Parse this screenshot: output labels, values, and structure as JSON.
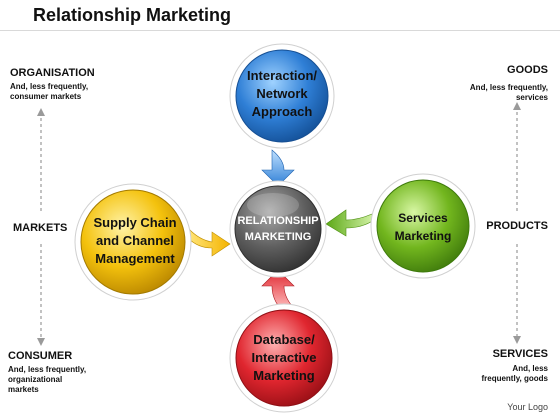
{
  "title": "Relationship Marketing",
  "center": {
    "line1": "RELATIONSHIP",
    "line2": "MARKETING",
    "color": "#5f5f5f"
  },
  "nodes": [
    {
      "id": "top",
      "lines": [
        "Interaction/",
        "Network",
        "Approach"
      ],
      "color": "#2f7fd6"
    },
    {
      "id": "left",
      "lines": [
        "Supply Chain",
        "and Channel",
        "Management"
      ],
      "color": "#f4c20d"
    },
    {
      "id": "right",
      "lines": [
        "Services",
        "Marketing"
      ],
      "color": "#72b61e"
    },
    {
      "id": "bottom",
      "lines": [
        "Database/",
        "Interactive",
        "Marketing"
      ],
      "color": "#e0262f"
    }
  ],
  "sides": {
    "left": {
      "top": {
        "heading": "ORGANISATION",
        "note": [
          "And, less frequently,",
          "consumer markets"
        ]
      },
      "middle": {
        "heading": "MARKETS"
      },
      "bottom": {
        "heading": "CONSUMER",
        "note": [
          "And, less frequently,",
          "organizational",
          "markets"
        ]
      }
    },
    "right": {
      "top": {
        "heading": "GOODS",
        "note": [
          "And, less frequently,",
          "services"
        ]
      },
      "middle": {
        "heading": "PRODUCTS"
      },
      "bottom": {
        "heading": "SERVICES",
        "note": [
          "And, less",
          "frequently, goods"
        ]
      }
    }
  },
  "footer": {
    "logo": "Your Logo"
  }
}
